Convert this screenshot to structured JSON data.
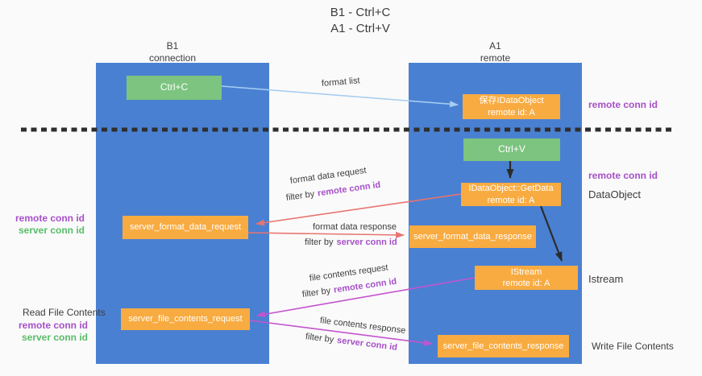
{
  "title": {
    "line1": "B1 - Ctrl+C",
    "line2": "A1 - Ctrl+V"
  },
  "columns": {
    "left": {
      "name": "B1",
      "role": "connection"
    },
    "right": {
      "name": "A1",
      "role": "remote"
    }
  },
  "boxes": {
    "ctrl_c": {
      "label": "Ctrl+C"
    },
    "save_idataobject": {
      "line1": "保存IDataObject",
      "line2": "remote id: A"
    },
    "ctrl_v": {
      "label": "Ctrl+V"
    },
    "idataobject_getdata": {
      "line1": "IDataObject::GetData",
      "line2": "remote id: A"
    },
    "server_format_data_request": {
      "label": "server_format_data_request"
    },
    "server_format_data_response": {
      "label": "server_format_data_response"
    },
    "istream": {
      "line1": "IStream",
      "line2": "remote id: A"
    },
    "server_file_contents_request": {
      "label": "server_file_contents_request"
    },
    "server_file_contents_response": {
      "label": "server_file_contents_response"
    }
  },
  "arrow_labels": {
    "format_list": "format list",
    "format_data_request": "format data request",
    "format_data_request_filter": {
      "prefix": "filter by",
      "id": "remote conn id"
    },
    "format_data_response": "format data response",
    "format_data_response_filter": {
      "prefix": "filter by",
      "id": "server conn id"
    },
    "file_contents_request": "file contents request",
    "file_contents_request_filter": {
      "prefix": "filter by",
      "id": "remote conn id"
    },
    "file_contents_response": "file contents response",
    "file_contents_response_filter": {
      "prefix": "filter by",
      "id": "server conn id"
    }
  },
  "side_labels": {
    "right_top_remote_conn_id": "remote conn id",
    "right_mid_remote_conn_id": "remote conn id",
    "dataobject": "DataObject",
    "istream": "Istream",
    "write_file_contents": "Write File Contents",
    "left_remote_conn_id_1": "remote conn id",
    "left_server_conn_id_1": "server conn id",
    "read_file_contents": "Read File Contents",
    "left_remote_conn_id_2": "remote conn id",
    "left_server_conn_id_2": "server conn id"
  },
  "colors": {
    "canvas_bg": "#fafafa",
    "column_blue": "#4a80d2",
    "box_green": "#7cc47f",
    "box_orange": "#f8ab41",
    "text_dark": "#3d3d3d",
    "accent_purple": "#a650c8",
    "accent_green": "#57bd68",
    "arrow_red": "#e87470",
    "arrow_magenta": "#c454ce",
    "arrow_lightblue": "#a6cdf0",
    "arrow_black": "#2b2b2b",
    "dash_color": "#2e2e2e"
  }
}
